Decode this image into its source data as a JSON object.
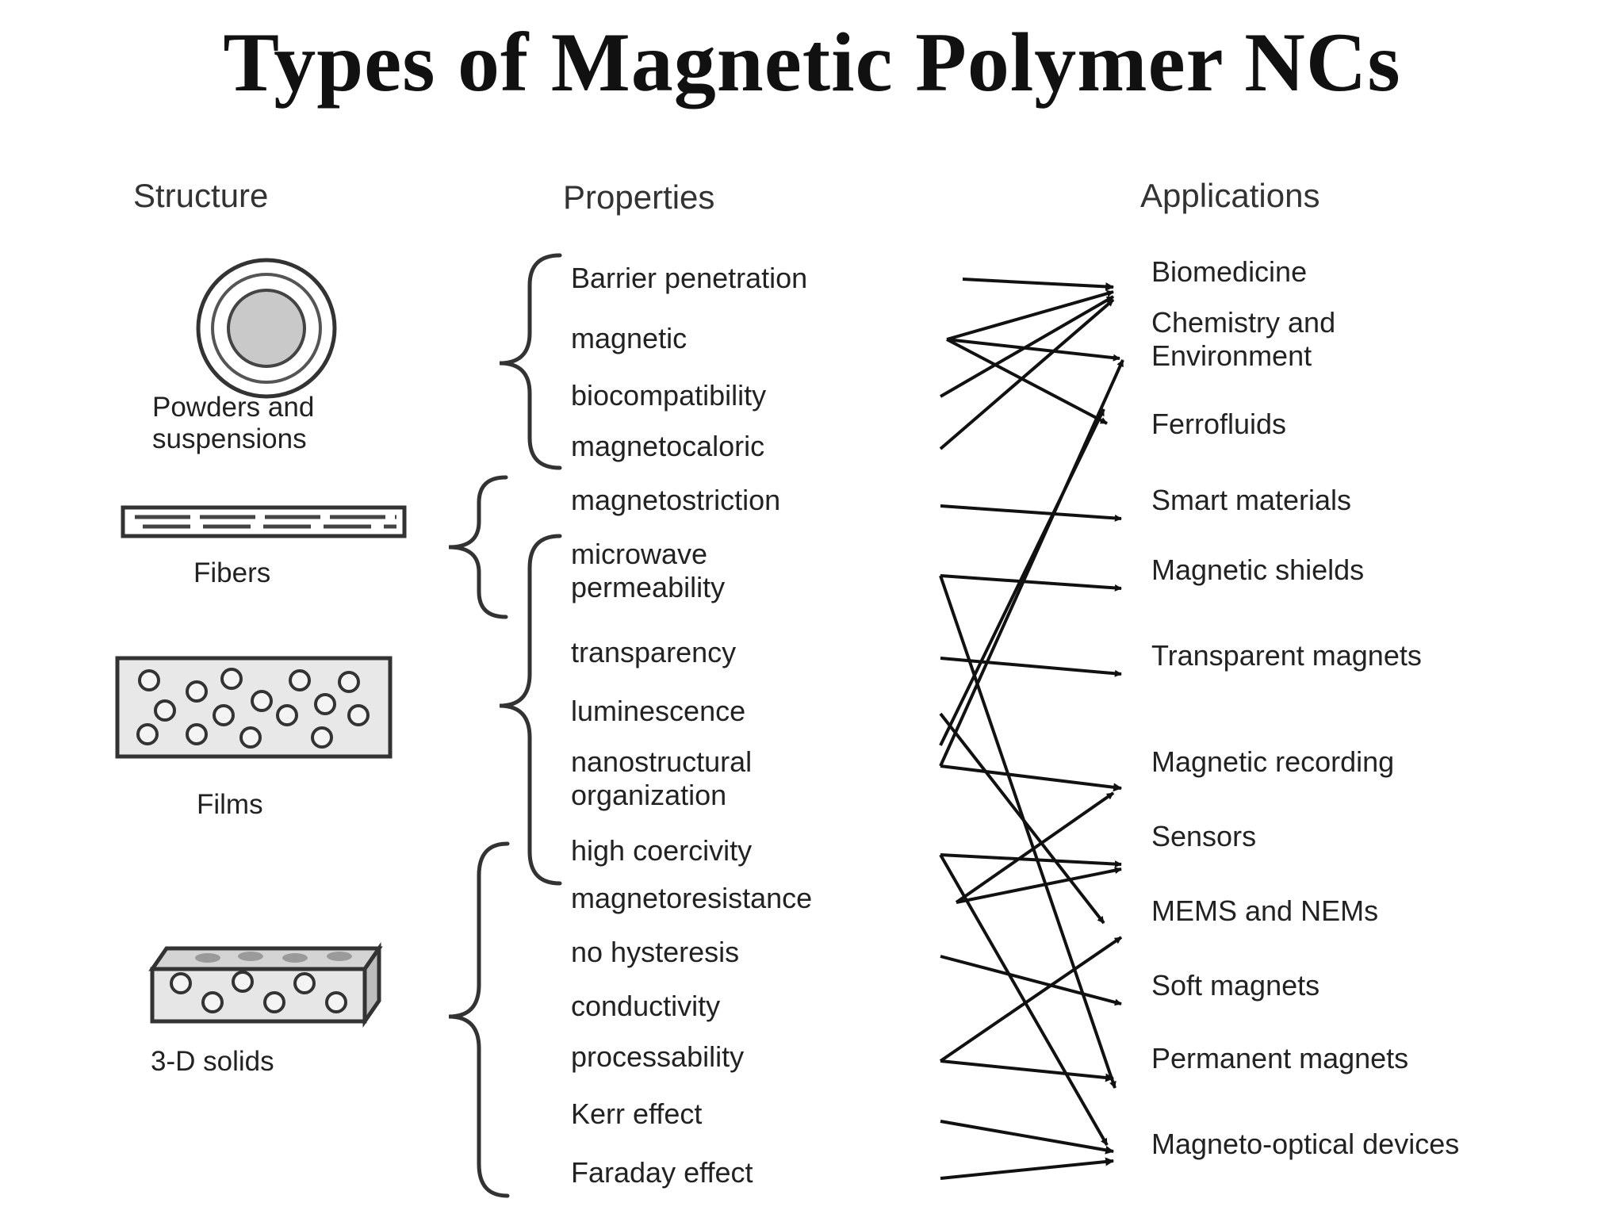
{
  "title": "Types of Magnetic Polymer NCs",
  "headers": {
    "structure": "Structure",
    "properties": "Properties",
    "applications": "Applications"
  },
  "structures": {
    "powders": [
      "Powders and",
      "suspensions"
    ],
    "fibers": "Fibers",
    "films": "Films",
    "solids": "3-D solids"
  },
  "properties": {
    "barrier_penetration": "Barrier penetration",
    "magnetic": "magnetic",
    "biocompatibility": "biocompatibility",
    "magnetocaloric": "magnetocaloric",
    "magnetostriction": "magnetostriction",
    "microwave_permeability": [
      "microwave",
      "permeability"
    ],
    "transparency": "transparency",
    "luminescence": "luminescence",
    "nanostructural_organization": [
      "nanostructural",
      "organization"
    ],
    "high_coercivity": "high coercivity",
    "magnetoresistance": "magnetoresistance",
    "no_hysteresis": "no hysteresis",
    "conductivity": "conductivity",
    "processability": "processability",
    "kerr_effect": "Kerr effect",
    "faraday_effect": "Faraday effect"
  },
  "applications": {
    "biomedicine": "Biomedicine",
    "chemistry_environment": [
      "Chemistry and",
      "Environment"
    ],
    "ferrofluids": "Ferrofluids",
    "smart_materials": "Smart materials",
    "magnetic_shields": "Magnetic shields",
    "transparent_magnets": "Transparent magnets",
    "magnetic_recording": "Magnetic recording",
    "sensors": "Sensors",
    "mems_nems": "MEMS and NEMs",
    "soft_magnets": "Soft magnets",
    "permanent_magnets": "Permanent magnets",
    "magneto_optical": "Magneto-optical devices"
  }
}
